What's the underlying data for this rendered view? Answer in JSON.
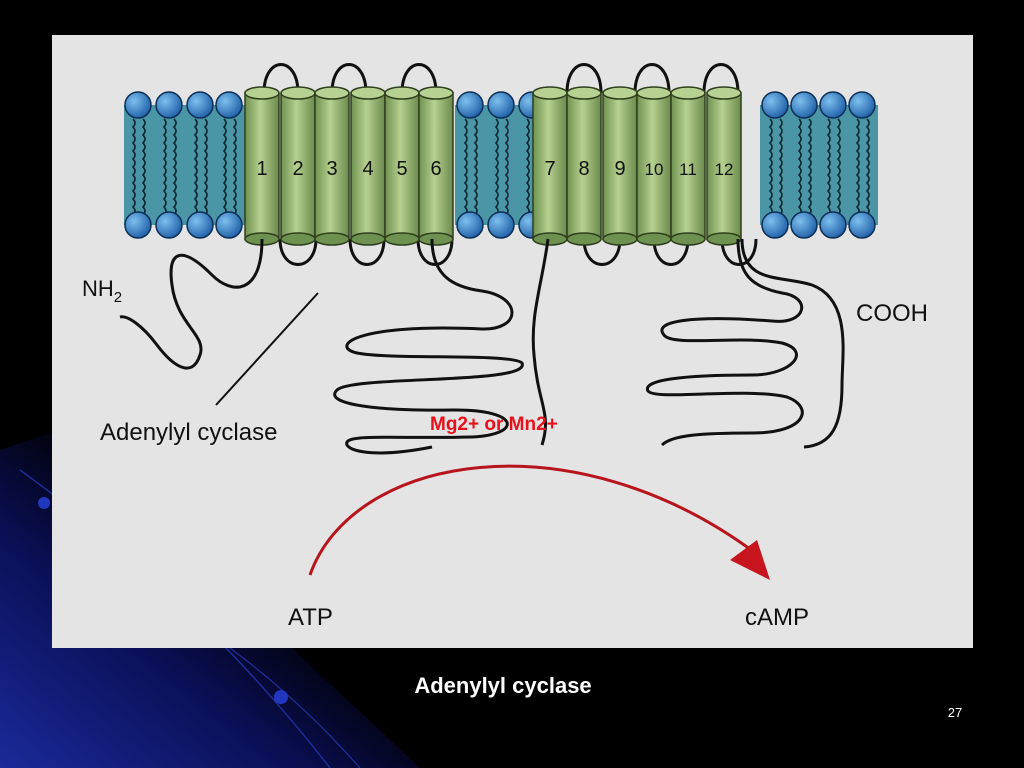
{
  "slide": {
    "caption": "Adenylyl cyclase",
    "page_number": "27"
  },
  "diagram": {
    "helix_labels": [
      "1",
      "2",
      "3",
      "4",
      "5",
      "6",
      "7",
      "8",
      "9",
      "10",
      "11",
      "12"
    ],
    "n_terminus": "NH",
    "n_terminus_subscript": "2",
    "c_terminus": "COOH",
    "enzyme_label": "Adenylyl cyclase",
    "cofactor_label": "Mg2+ or Mn2+",
    "substrate_label": "ATP",
    "product_label": "cAMP",
    "colors": {
      "helix": "#9cba78",
      "membrane": "#4a96a6",
      "lipid_head": "#2f78c4",
      "cofactor_text": "#e8101a",
      "reaction_arrow": "#b8141c"
    }
  }
}
